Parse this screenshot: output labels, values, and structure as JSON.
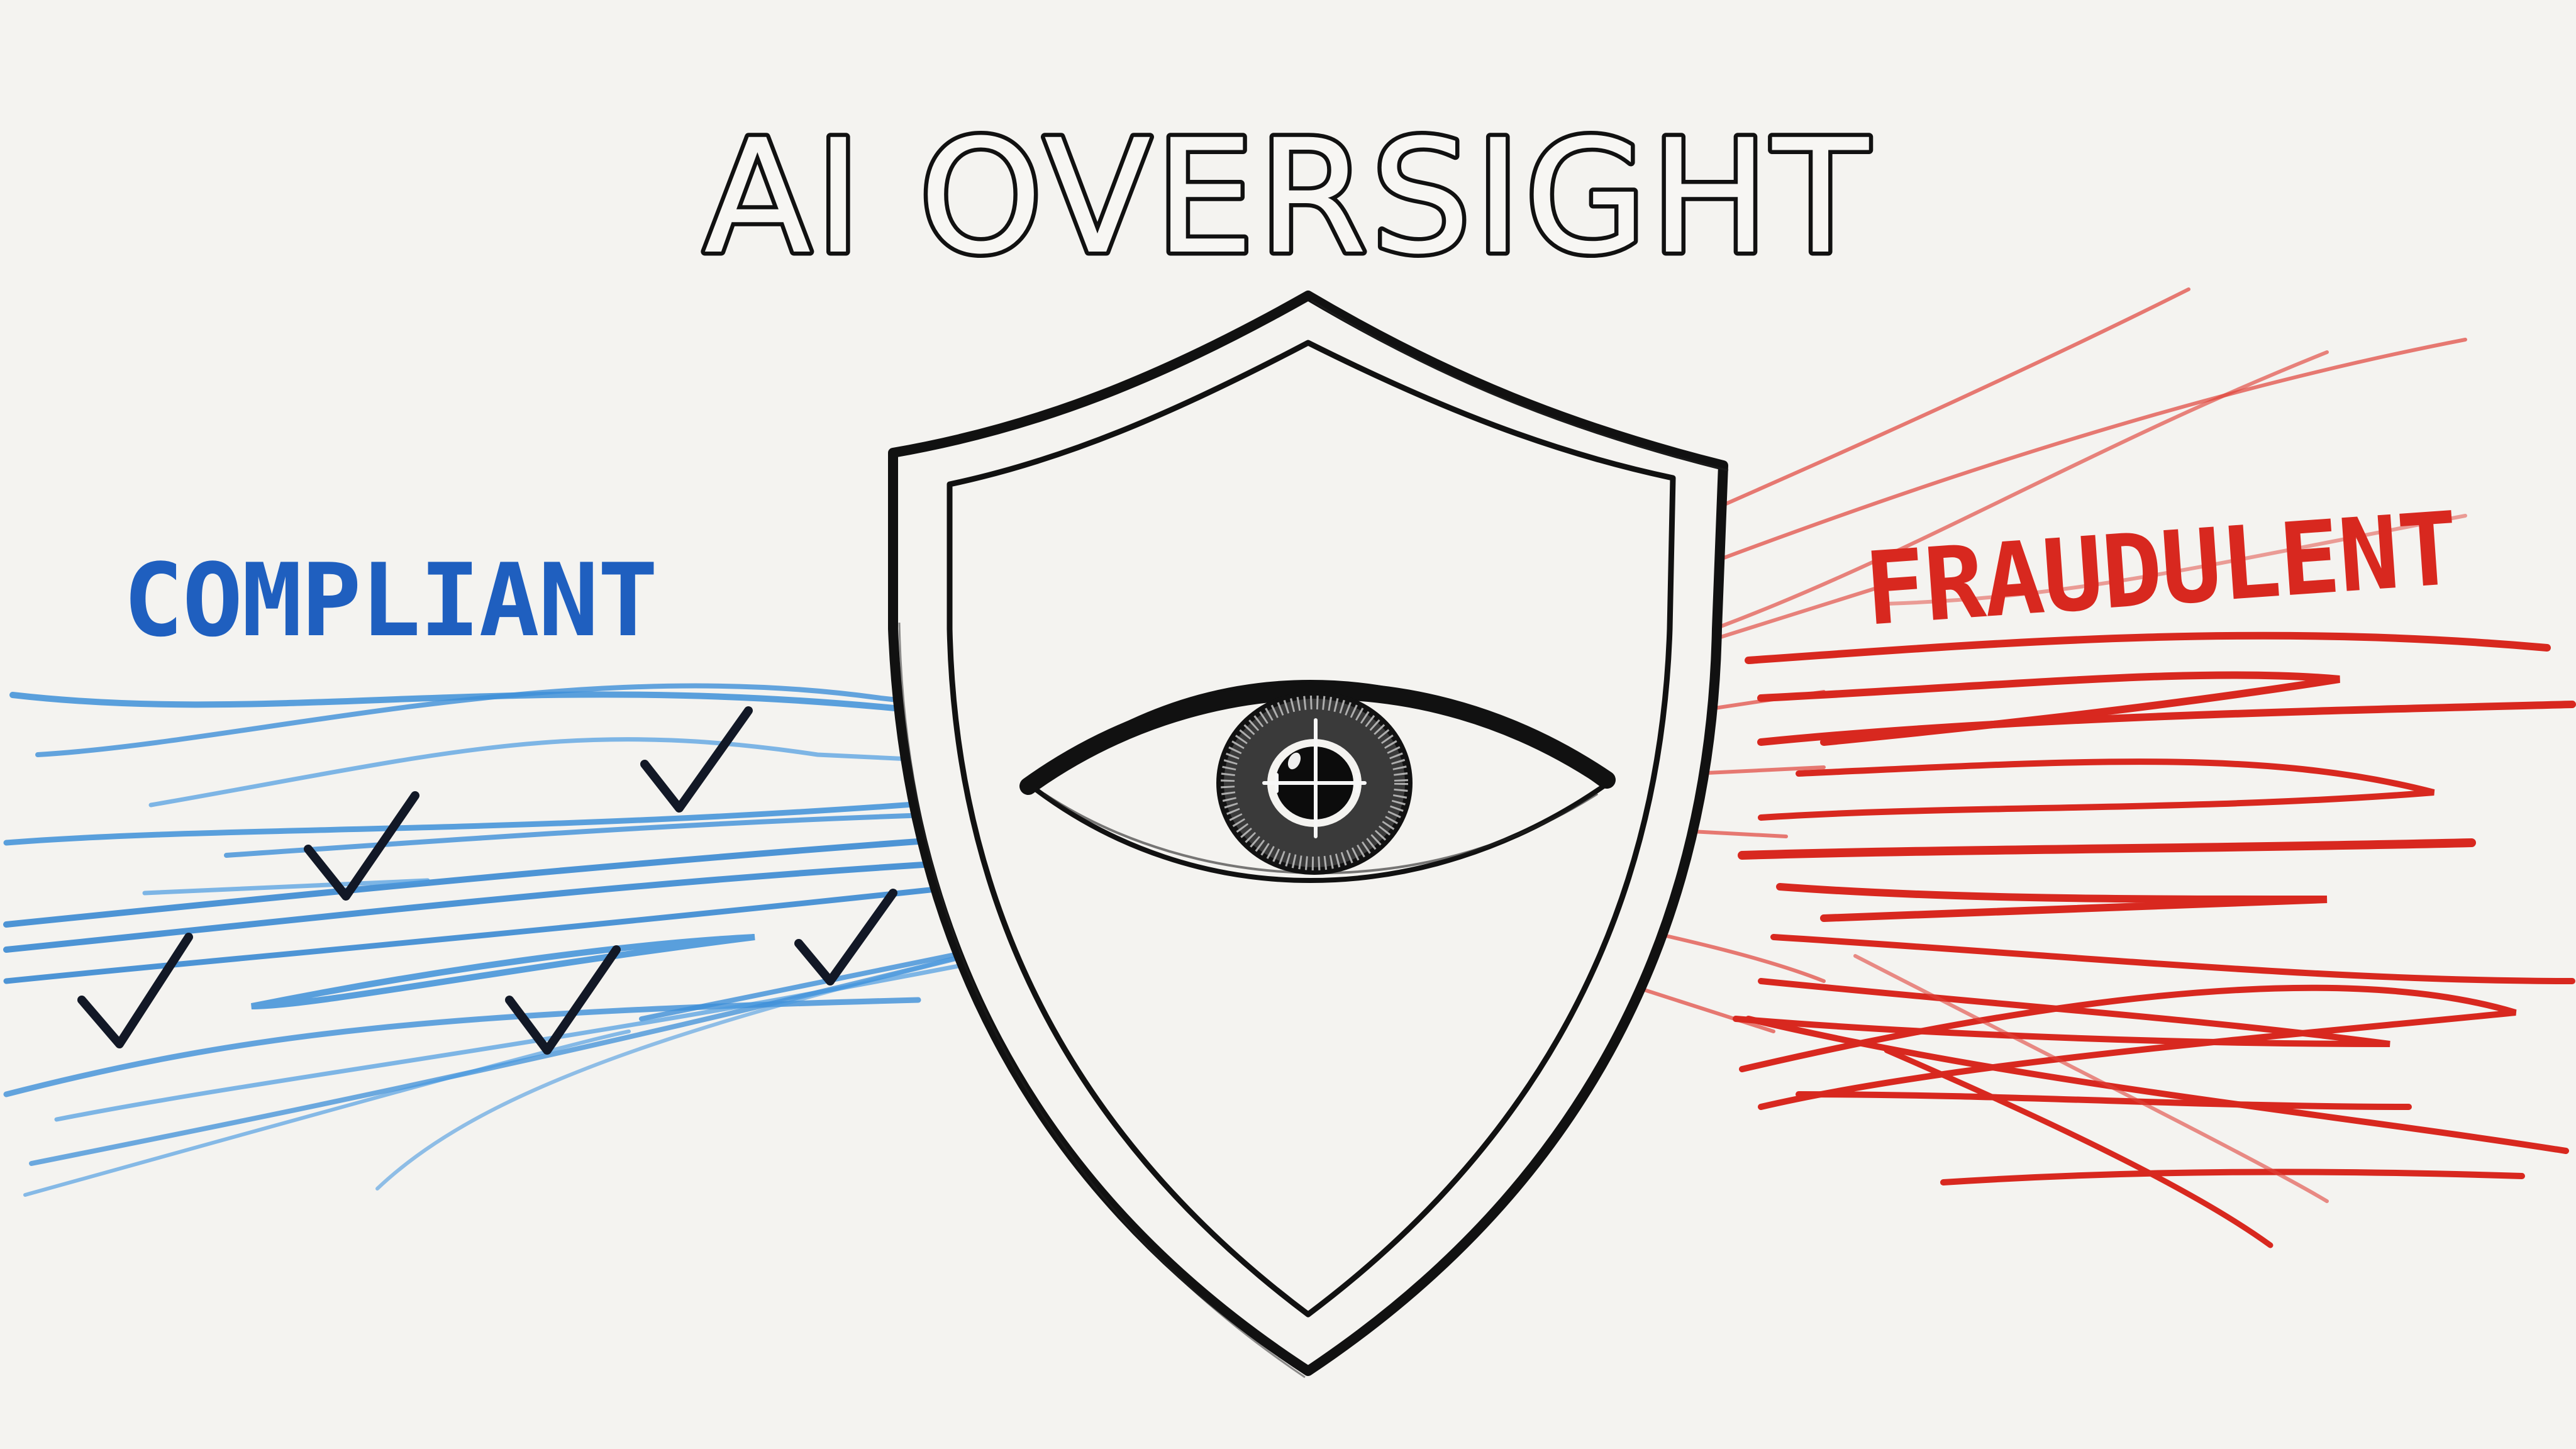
{
  "illustration": {
    "title": "AI OVERSIGHT",
    "left_label": "COMPLIANT",
    "right_label": "FRAUDULENT",
    "center_symbol": "shield-with-eye",
    "pupil_mark": "crosshair",
    "left_marks": {
      "icon": "checkmark-icon",
      "count": 6
    },
    "right_marks": {
      "style": "red-scribble"
    },
    "style": "hand-drawn marker sketch on paper"
  },
  "colors": {
    "paper": "#f4f3f0",
    "ink": "#111111",
    "compliant_blue": "#1f5fbf",
    "stream_blue": "#3d8fd8",
    "fraud_red": "#d8281f"
  }
}
